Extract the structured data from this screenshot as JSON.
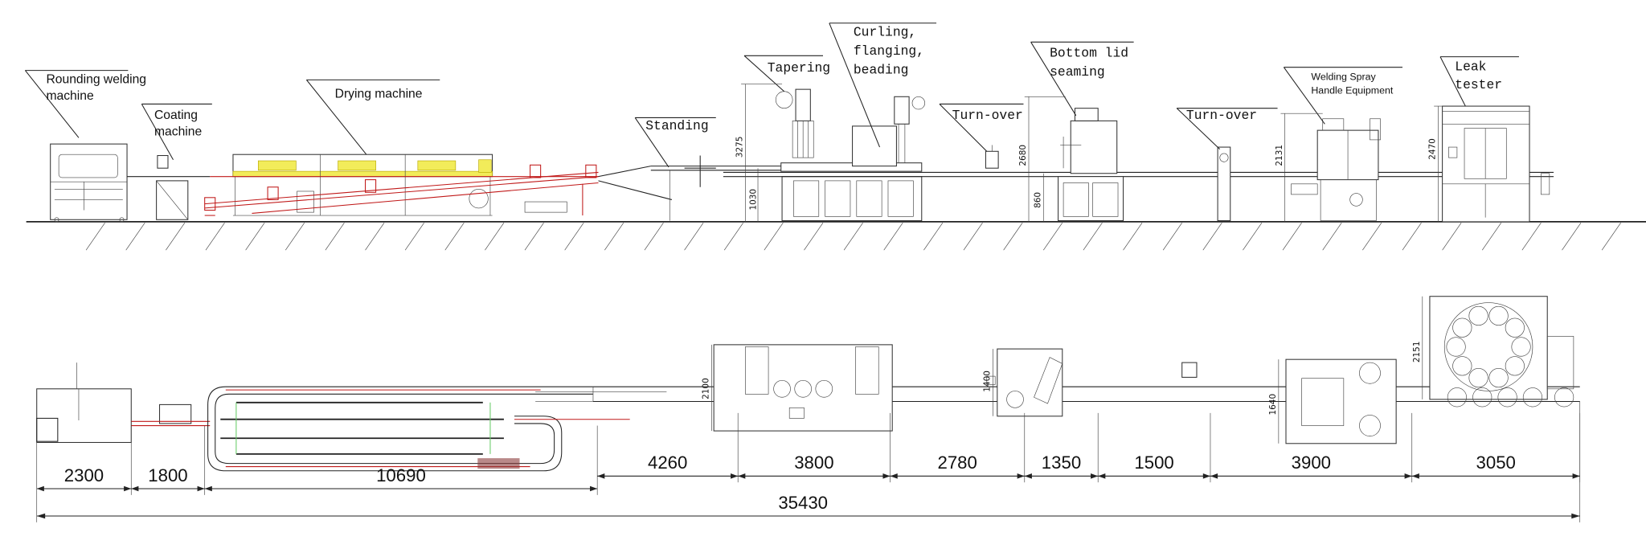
{
  "side_view": {
    "labels": {
      "rounding_welding": {
        "lines": [
          "Rounding welding",
          "machine"
        ]
      },
      "coating": {
        "lines": [
          "Coating",
          "machine"
        ]
      },
      "drying": {
        "lines": [
          "Drying machine"
        ]
      },
      "standing": {
        "lines": [
          "Standing"
        ]
      },
      "tapering": {
        "lines": [
          "Tapering"
        ]
      },
      "curling": {
        "lines": [
          "Curling,",
          "flanging,",
          "beading"
        ]
      },
      "turn_over_1": {
        "lines": [
          "Turn-over"
        ]
      },
      "bottom_lid": {
        "lines": [
          "Bottom lid",
          "seaming"
        ]
      },
      "turn_over_2": {
        "lines": [
          "Turn-over"
        ]
      },
      "welding_spray": {
        "lines": [
          "Welding Spray",
          "Handle Equipment"
        ]
      },
      "leak_tester": {
        "lines": [
          "Leak",
          "tester"
        ]
      }
    },
    "height_dimensions": {
      "tapering_total": "3275",
      "conveyor_height_1": "1030",
      "bottom_lid_total": "2680",
      "conveyor_height_2": "860",
      "welding_total": "2131",
      "leak_tester_total": "2470"
    }
  },
  "plan_view": {
    "width_dimensions": {
      "tapering_depth": "2100",
      "bottom_lid_depth": "1400",
      "welding_depth": "1640",
      "leak_tester_depth": "2151"
    },
    "length_dimensions": [
      "2300",
      "1800",
      "10690",
      "4260",
      "3800",
      "2780",
      "1350",
      "1500",
      "3900",
      "3050"
    ],
    "total_length": "35430"
  },
  "colors": {
    "line": "#222222",
    "conveyor_red": "#c01818",
    "heater_yellow": "#f2ec5a"
  }
}
